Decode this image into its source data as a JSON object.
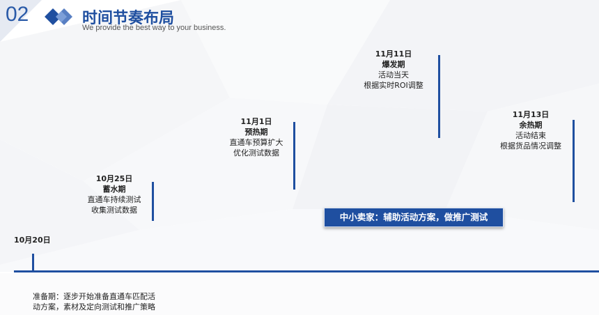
{
  "header": {
    "number": "02",
    "title": "时间节奏布局",
    "subtitle": "We provide the best way to  your business."
  },
  "milestones": [
    {
      "date": "10月20日",
      "phase": "",
      "lines": []
    },
    {
      "date": "10月25日",
      "phase": "蓄水期",
      "lines": [
        "直通车持续测试",
        "收集测试数据"
      ]
    },
    {
      "date": "11月1日",
      "phase": "预热期",
      "lines": [
        "直通车预算扩大",
        "优化测试数据"
      ]
    },
    {
      "date": "11月11日",
      "phase": "爆发期",
      "lines": [
        "活动当天",
        "根据实时ROI调整"
      ]
    },
    {
      "date": "11月13日",
      "phase": "余热期",
      "lines": [
        "活动结束",
        "根据货品情况调整"
      ]
    }
  ],
  "callout": {
    "text": "中小卖家：辅助活动方案，做推广测试"
  },
  "note": {
    "lines": [
      "准备期：逐步开始准备直通车匹配活",
      "动方案，素材及定向测试和推广策略"
    ]
  },
  "colors": {
    "accent": "#1f4fa0",
    "background": "#ffffff"
  }
}
